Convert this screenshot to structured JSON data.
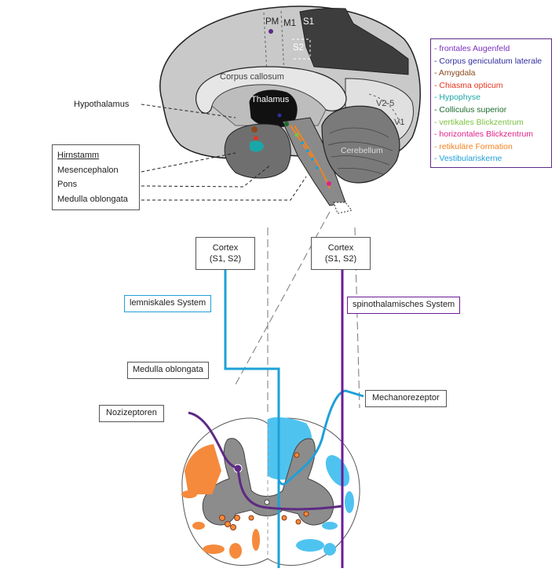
{
  "brain": {
    "regions": {
      "pm": "PM",
      "m1": "M1",
      "s1": "S1",
      "s2": "S2",
      "corpus_callosum": "Corpus callosum",
      "thalamus": "Thalamus",
      "v25": "V2-5",
      "v1": "V1",
      "cerebellum": "Cerebellum"
    },
    "hypothalamus": "Hypothalamus"
  },
  "hirnstamm": {
    "title": "Hirnstamm",
    "items": [
      "Mesencephalon",
      "Pons",
      "Medulla oblongata"
    ]
  },
  "legend": {
    "items": [
      {
        "label": "- frontales Augenfeld",
        "color": "#7b2fbf"
      },
      {
        "label": "- Corpus geniculatum laterale",
        "color": "#2f2f9f"
      },
      {
        "label": "- Amygdala",
        "color": "#8b4a1c"
      },
      {
        "label": "- Chiasma opticum",
        "color": "#e8321e"
      },
      {
        "label": "- Hypophyse",
        "color": "#1aa7a7"
      },
      {
        "label": "- Colliculus superior",
        "color": "#1d6b2e"
      },
      {
        "label": "- vertikales Blickzentrum",
        "color": "#7bc242"
      },
      {
        "label": "- horizontales Blickzentrum",
        "color": "#e0208a"
      },
      {
        "label": "- retikuläre Formation",
        "color": "#f58220"
      },
      {
        "label": "- Vestibulariskerne",
        "color": "#1ea0d8"
      }
    ]
  },
  "pathways": {
    "cortex_left_l1": "Cortex",
    "cortex_left_l2": "(S1, S2)",
    "cortex_right_l1": "Cortex",
    "cortex_right_l2": "(S1, S2)",
    "lemniskal": "lemniskales System",
    "spinothalamisch": "spinothalamisches System",
    "medulla": "Medulla oblongata",
    "mechanorezeptor": "Mechanorezeptor",
    "nozizeptoren": "Nozizeptoren"
  },
  "colors": {
    "lemniscal": "#1ea0d8",
    "spinothalamic": "#6a1b9a",
    "nociceptor": "#5e2a84",
    "orange_nuclei": "#f58a3c",
    "blue_nuclei": "#4fc3f0"
  }
}
